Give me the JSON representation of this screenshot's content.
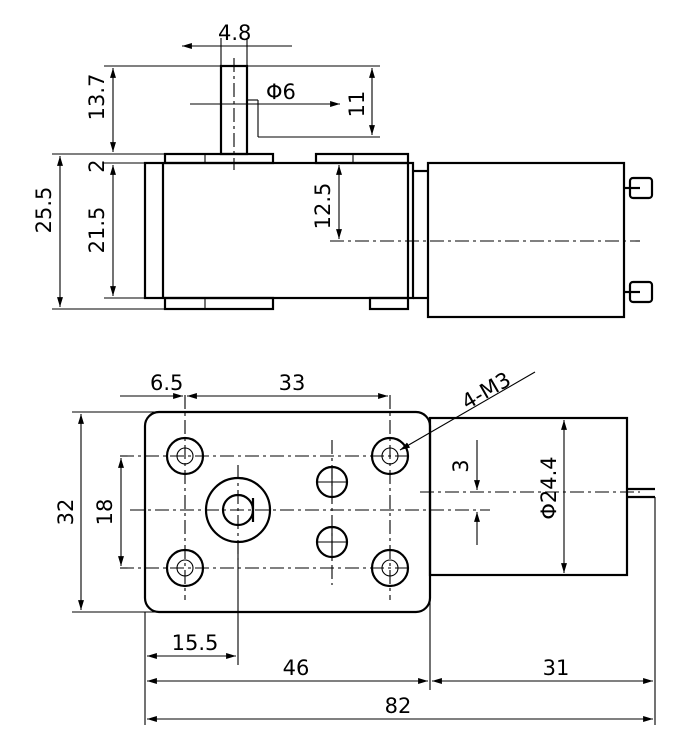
{
  "diagram": {
    "top_view": {
      "dims": {
        "shaft_width": "4.8",
        "shaft_diameter": "Φ6",
        "shaft_length": "11",
        "shaft_height": "13.7",
        "total_height": "25.5",
        "flange": "2",
        "body_height": "21.5",
        "motor_axis_offset": "12.5"
      }
    },
    "front_view": {
      "dims": {
        "hole_offset_x": "6.5",
        "hole_spacing_x": "33",
        "thread": "4-M3",
        "body_height": "32",
        "hole_spacing_y": "18",
        "motor_offset": "3",
        "motor_diameter": "Φ24.4",
        "shaft_offset_x": "15.5",
        "gearbox_length": "46",
        "motor_length": "31",
        "total_length": "82"
      }
    },
    "colors": {
      "line": "#000000",
      "background": "#ffffff"
    }
  }
}
